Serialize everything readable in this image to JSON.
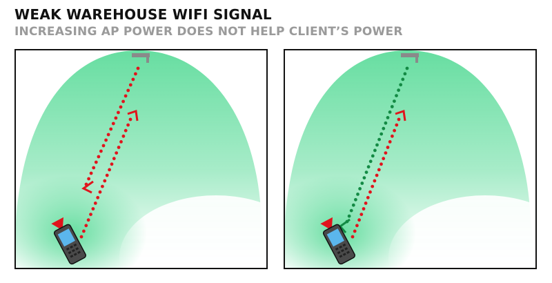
{
  "header": {
    "title": "WEAK WAREHOUSE WIFI SIGNAL",
    "subtitle": "INCREASING AP POWER DOES NOT HELP CLIENT’S POWER"
  },
  "panels": [
    {
      "id": "left",
      "downlink_color": "#e0141c",
      "uplink_color": "#e0141c",
      "coverage_color": "#5fdc9c"
    },
    {
      "id": "right",
      "downlink_color": "#138a44",
      "uplink_color": "#e0141c",
      "coverage_color": "#5fdc9c"
    }
  ],
  "icons": {
    "access_point": "access-point-icon",
    "client_device": "handheld-scanner-icon"
  }
}
